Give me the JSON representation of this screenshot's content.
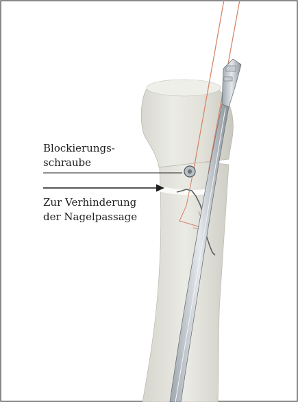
{
  "labels": {
    "blocking_screw_line1": "Blockierungs-",
    "blocking_screw_line2": "schraube",
    "prevent_line1": "Zur Verhinderung",
    "prevent_line2": "der Nagelpassage"
  }
}
